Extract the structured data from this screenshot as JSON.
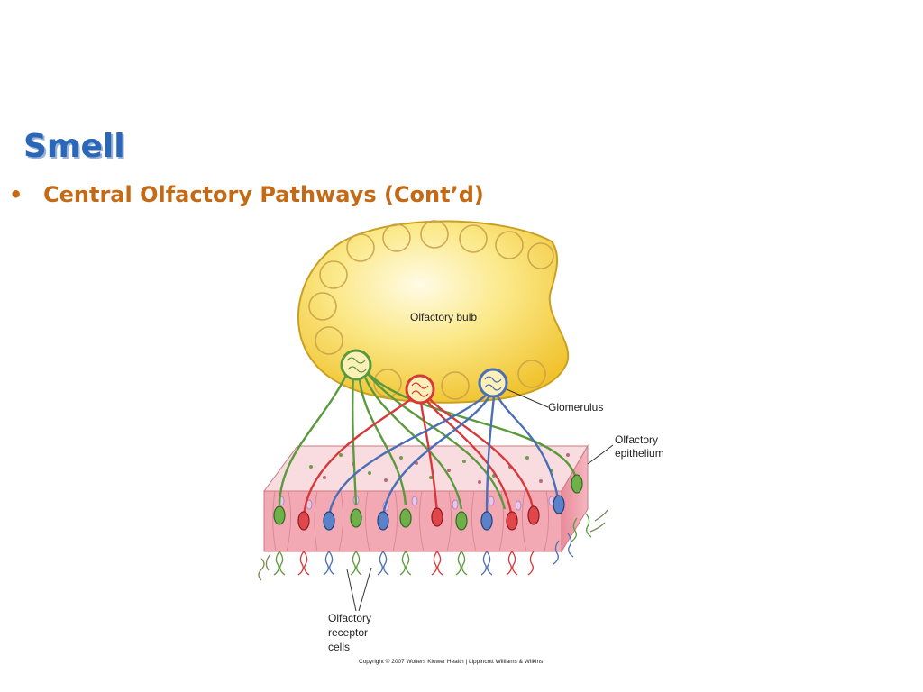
{
  "slide": {
    "title": "Smell",
    "bullet": "Central Olfactory Pathways (Cont’d)",
    "bullet_glyph": "•"
  },
  "figure": {
    "labels": {
      "bulb": "Olfactory bulb",
      "glomerulus": "Glomerulus",
      "epithelium_line1": "Olfactory",
      "epithelium_line2": "epithelium",
      "receptor_line1": "Olfactory",
      "receptor_line2": "receptor",
      "receptor_line3": "cells"
    },
    "copyright": "Copyright © 2007 Wolters Kluwer Health | Lippincott Williams & Wilkins",
    "colors": {
      "title": "#2a67b8",
      "bullet": "#c46a16",
      "bulb": "#f6d84a",
      "green_neuron": "#5b9a3c",
      "red_neuron": "#d6393a",
      "blue_neuron": "#4a6fb5",
      "epithelium": "#f3a9b4"
    }
  }
}
